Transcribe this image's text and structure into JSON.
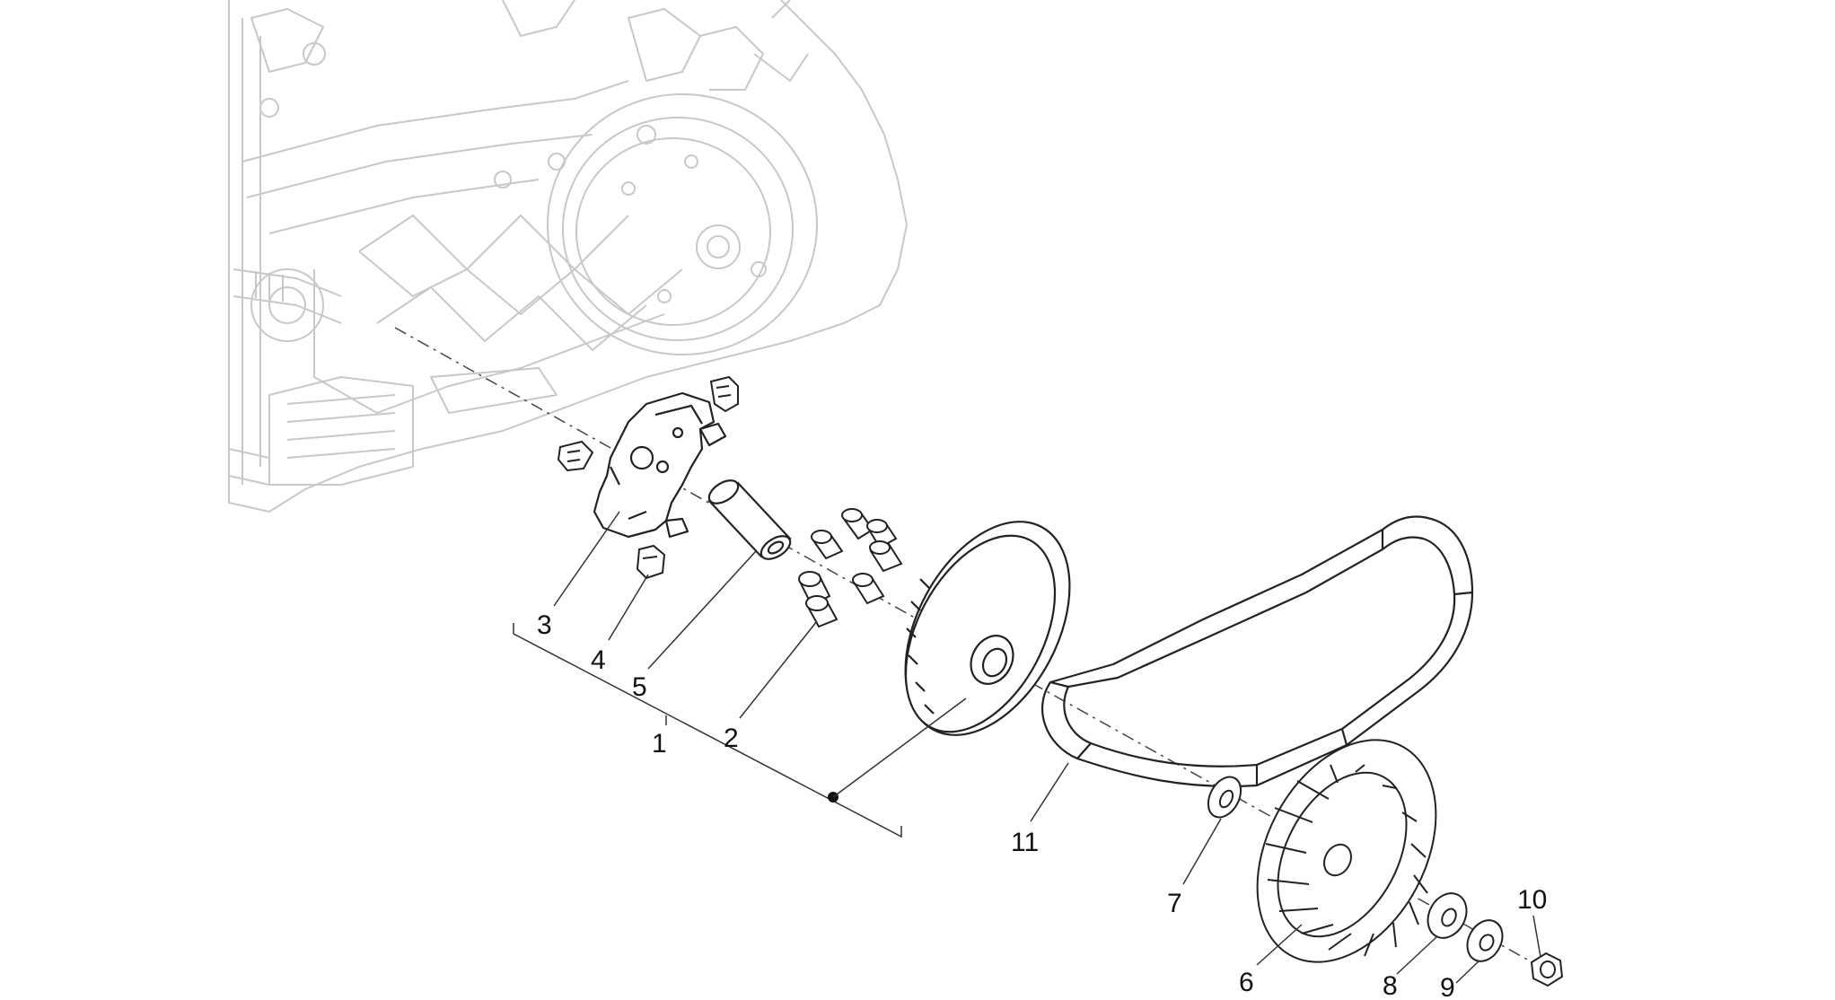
{
  "diagram": {
    "callouts": [
      {
        "id": "3",
        "text": "3"
      },
      {
        "id": "4",
        "text": "4"
      },
      {
        "id": "5",
        "text": "5"
      },
      {
        "id": "1",
        "text": "1"
      },
      {
        "id": "2",
        "text": "2"
      },
      {
        "id": "11",
        "text": "11"
      },
      {
        "id": "7",
        "text": "7"
      },
      {
        "id": "6",
        "text": "6"
      },
      {
        "id": "8",
        "text": "8"
      },
      {
        "id": "9",
        "text": "9"
      },
      {
        "id": "10",
        "text": "10"
      }
    ],
    "colors": {
      "background": "#ffffff",
      "engine_ghost": "#c8c8c8",
      "part_outline": "#222222",
      "leader": "#333333",
      "label": "#111111"
    }
  }
}
